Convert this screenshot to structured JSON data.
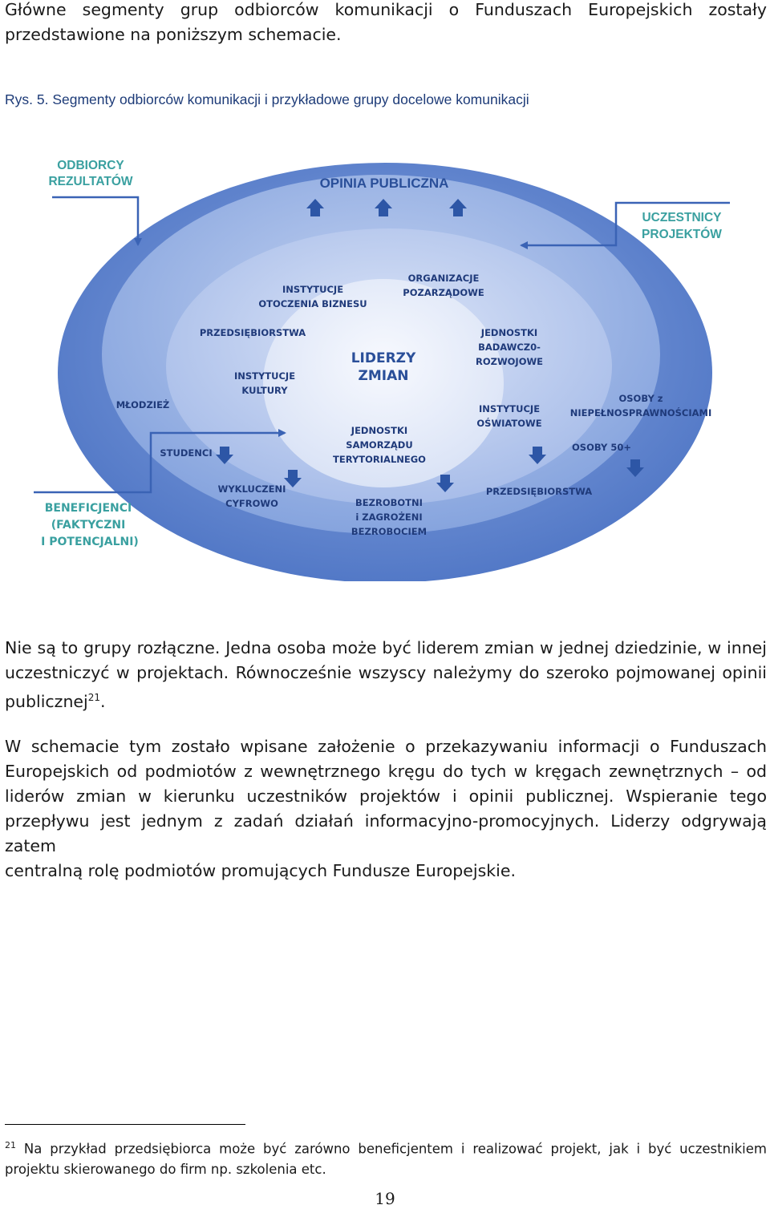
{
  "intro": {
    "line1": "Główne segmenty grup odbiorców komunikacji o Funduszach Europejskich zostały",
    "line2": "przedstawione na poniższym schemacie."
  },
  "figure": {
    "caption": "Rys. 5. Segmenty odbiorców komunikacji i przykładowe grupy docelowe komunikacji",
    "colors": {
      "outer_ring": "#5f86d0",
      "middle_ring": "#93afe2",
      "inner_ring": "#bccbee",
      "core": "#e7edfa",
      "label_green": "#3aa0a0",
      "label_blue": "#2a4f99",
      "label_dark": "#1f3a7a"
    },
    "labels": {
      "odbiorcy_1": "ODBIORCY",
      "odbiorcy_2": "REZULTATÓW",
      "opinia": "OPINIA PUBLICZNA",
      "uczestnicy_1": "UCZESTNICY",
      "uczestnicy_2": "PROJEKTÓW",
      "beneficjenci_1": "BENEFICJENCI",
      "beneficjenci_2": "(FAKTYCZNI",
      "beneficjenci_3": "I POTENCJALNI)",
      "liderzy_1": "LIDERZY",
      "liderzy_2": "ZMIAN",
      "instytucje_biznesu_1": "INSTYTUCJE",
      "instytucje_biznesu_2": "OTOCZENIA BIZNESU",
      "ngo_1": "ORGANIZACJE",
      "ngo_2": "POZARZĄDOWE",
      "przedsiebiorstwa_inner": "PRZEDSIĘBIORSTWA",
      "instytucje_kultury_1": "INSTYTUCJE",
      "instytucje_kultury_2": "KULTURY",
      "jbr_1": "JEDNOSTKI",
      "jbr_2": "BADAWCZ0-",
      "jbr_3": "ROZWOJOWE",
      "instytucje_oswiatowe_1": "INSTYTUCJE",
      "instytucje_oswiatowe_2": "OŚWIATOWE",
      "jst_1": "JEDNOSTKI",
      "jst_2": "SAMORZĄDU",
      "jst_3": "TERYTORIALNEGO",
      "mlodziez": "MŁODZIEŻ",
      "studenci": "STUDENCI",
      "niepelnosprawni_1": "OSOBY z",
      "niepelnosprawni_2": "NIEPEŁNOSPRAWNOŚCIAMI",
      "osoby50": "OSOBY 50+",
      "wykluczeni_1": "WYKLUCZENI",
      "wykluczeni_2": "CYFROWO",
      "bezrobotni_1": "BEZROBOTNI",
      "bezrobotni_2": "i ZAGROŻENI",
      "bezrobotni_3": "BEZROBOCIEM",
      "przedsiebiorstwa_outer": "PRZEDSIĘBIORSTWA"
    }
  },
  "paragraph1": {
    "line1": "Nie są to grupy rozłączne. Jedna osoba może być liderem zmian w jednej dziedzinie, w innej",
    "line2": "uczestniczyć w projektach. Równocześnie wszyscy należymy do szeroko pojmowanej opinii",
    "line3_text": "publicznej",
    "line3_sup": "21",
    "line3_end": "."
  },
  "paragraph2": {
    "line1": "W schemacie tym zostało wpisane założenie o przekazywaniu informacji o Funduszach",
    "line2": "Europejskich od podmiotów z wewnętrznego kręgu do tych w kręgach zewnętrznych – od",
    "line3": "liderów zmian w kierunku uczestników projektów i opinii publicznej. Wspieranie tego",
    "line4": "przepływu jest jednym z zadań działań informacyjno-promocyjnych. Liderzy odgrywają zatem",
    "line5": "centralną rolę podmiotów promujących Fundusze Europejskie."
  },
  "footnote": {
    "number": "21",
    "line1": "Na przykład przedsiębiorca może być zarówno beneficjentem i realizować projekt, jak i być uczestnikiem",
    "line2": "projektu skierowanego do firm np. szkolenia etc."
  },
  "page_number": "19"
}
